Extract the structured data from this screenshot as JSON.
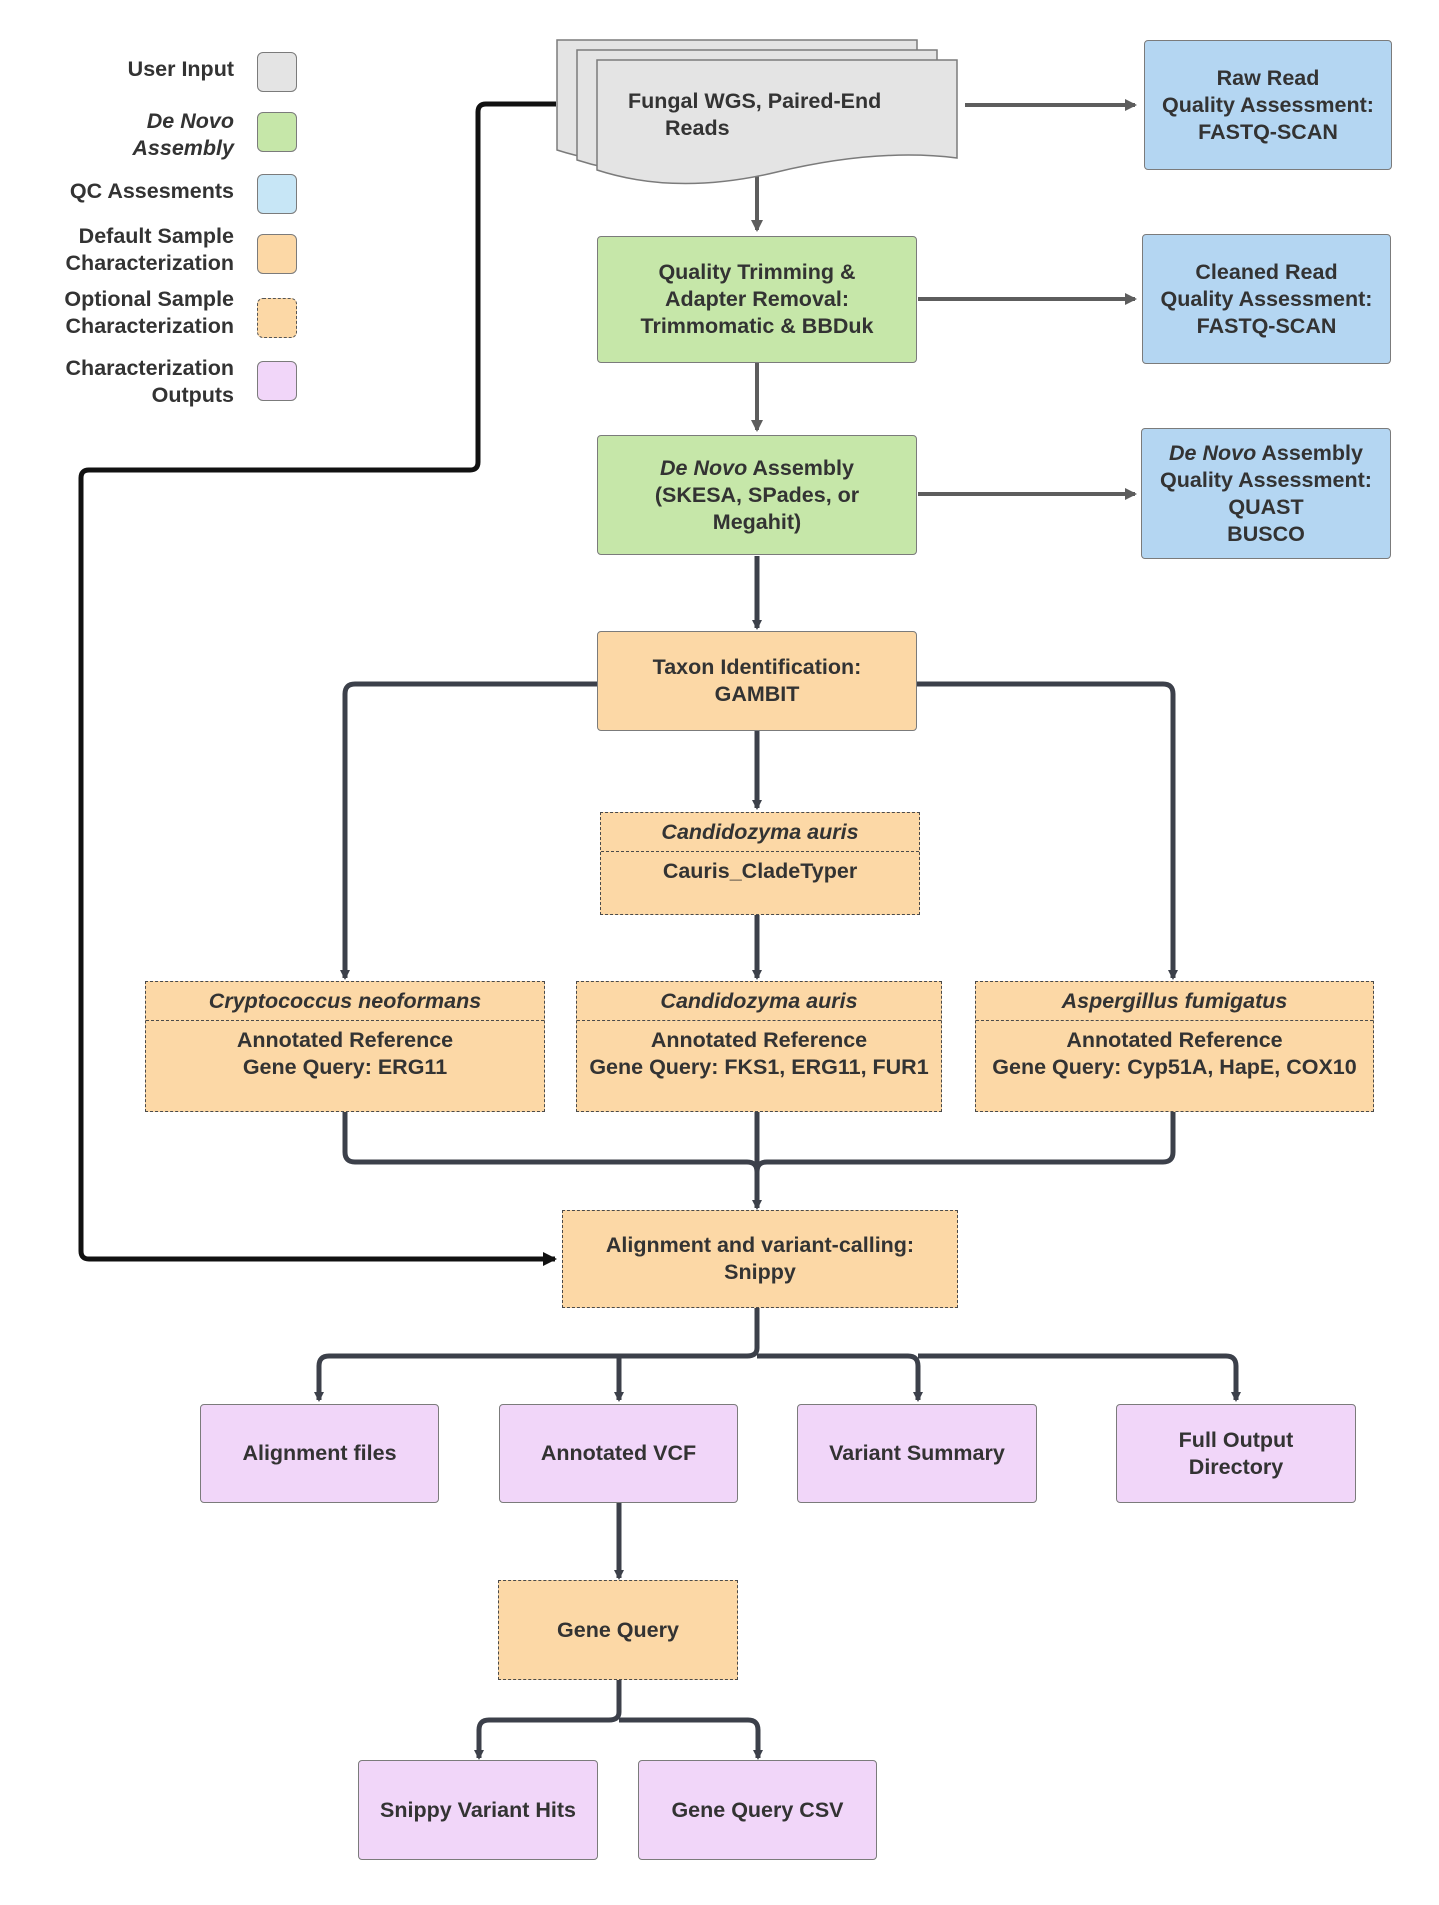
{
  "legend": {
    "user_input": "User Input",
    "de_novo_1": "De Novo",
    "de_novo_2": "Assembly",
    "qc": "QC Assesments",
    "default_1": "Default Sample",
    "default_2": "Characterization",
    "optional_1": "Optional Sample",
    "optional_2": "Characterization",
    "outputs_1": "Characterization",
    "outputs_2": "Outputs"
  },
  "input": {
    "line1": "Fungal WGS, Paired-End",
    "line2": "Reads"
  },
  "qc_raw": {
    "line1": "Raw Read",
    "line2": "Quality Assessment:",
    "line3": "FASTQ-SCAN"
  },
  "trimming": {
    "line1": "Quality Trimming &",
    "line2": "Adapter Removal:",
    "line3": "Trimmomatic & BBDuk"
  },
  "qc_clean": {
    "line1": "Cleaned Read",
    "line2": "Quality Assessment:",
    "line3": "FASTQ-SCAN"
  },
  "assembly": {
    "line1_italic": "De Novo",
    "line1_rest": " Assembly",
    "line2": "(SKESA, SPades, or",
    "line3": "Megahit)"
  },
  "qc_assembly": {
    "line1_italic": "De Novo",
    "line1_rest": " Assembly",
    "line2": "Quality Assessment:",
    "line3": "QUAST",
    "line4": "BUSCO"
  },
  "taxon": {
    "line1": "Taxon Identification:",
    "line2": "GAMBIT"
  },
  "clade": {
    "header": "Candidozyma auris",
    "body": "Cauris_CladeTyper"
  },
  "query_crypto": {
    "header": "Cryptococcus neoformans",
    "line1": "Annotated Reference",
    "line2": "Gene Query: ERG11"
  },
  "query_candida": {
    "header": "Candidozyma auris",
    "line1": "Annotated Reference",
    "line2": "Gene Query: FKS1, ERG11, FUR1"
  },
  "query_asper": {
    "header": "Aspergillus fumigatus",
    "line1": "Annotated Reference",
    "line2": "Gene Query: Cyp51A, HapE, COX10"
  },
  "snippy": {
    "line1": "Alignment and variant-calling:",
    "line2": "Snippy"
  },
  "outputs": {
    "alignment": "Alignment files",
    "vcf": "Annotated VCF",
    "summary": "Variant Summary",
    "full_1": "Full Output",
    "full_2": "Directory"
  },
  "gene_query": "Gene Query",
  "final": {
    "hits": "Snippy Variant Hits",
    "csv": "Gene Query CSV"
  },
  "colors": {
    "green": "#c6e7a9",
    "blue": "#b4d6f2",
    "orange": "#fcd8a6",
    "purple": "#f1d6f9",
    "gray": "#e4e4e4",
    "arrow": "#3c404a",
    "arrow_light": "#5d5d5d"
  }
}
